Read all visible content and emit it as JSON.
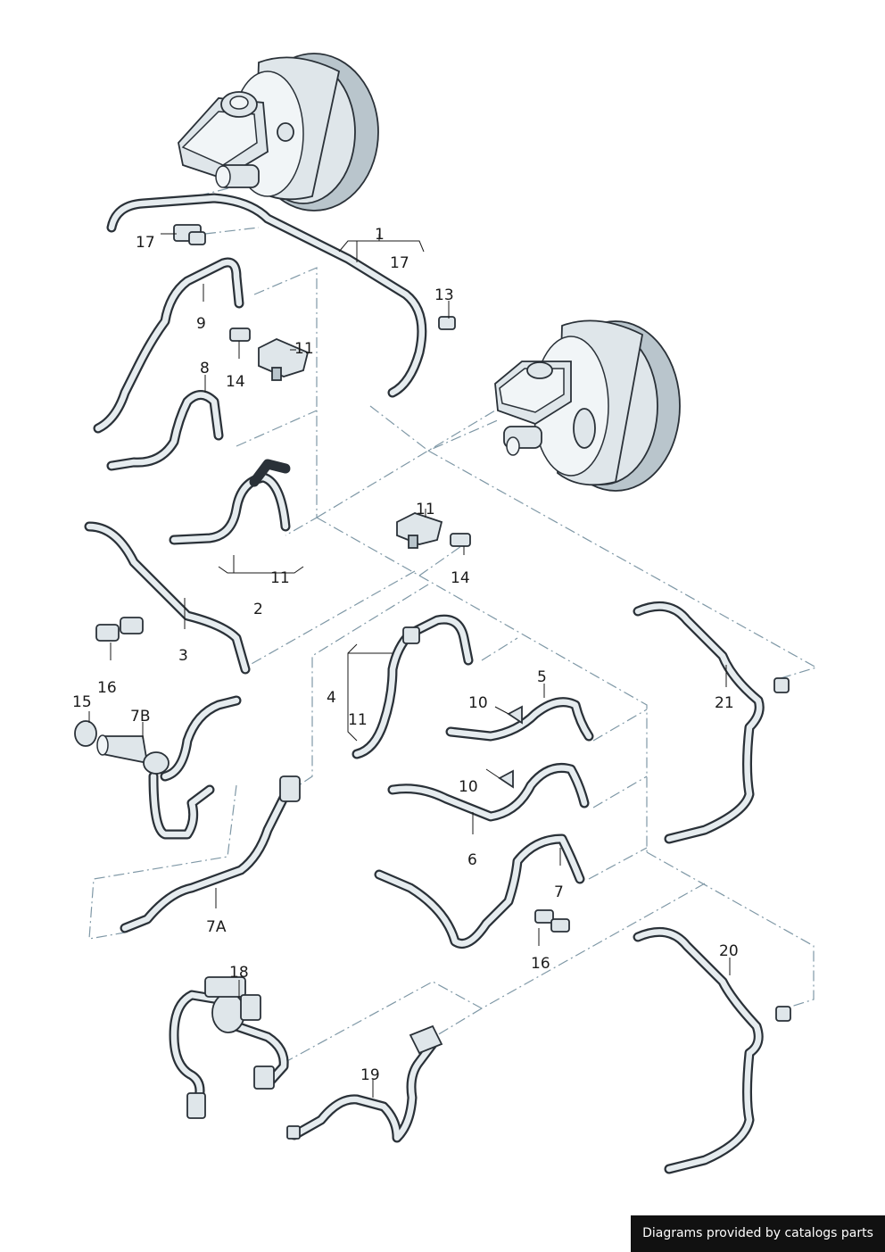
{
  "labels": {
    "l1": "1",
    "l17a": "17",
    "l17b": "17",
    "l13": "13",
    "l9": "9",
    "l11a": "11",
    "l8": "8",
    "l14a": "14",
    "l11b": "11",
    "l14b": "14",
    "l11c": "11",
    "l2": "2",
    "l3": "3",
    "l16a": "16",
    "l15": "15",
    "l7B": "7B",
    "l4": "4",
    "l11d": "11",
    "l10a": "10",
    "l5": "5",
    "l21": "21",
    "l10b": "10",
    "l6": "6",
    "l7": "7",
    "l7A": "7A",
    "l16b": "16",
    "l20": "20",
    "l18": "18",
    "l19": "19"
  },
  "credit": "Diagrams provided by catalogs parts",
  "colors": {
    "line": "#2a3138",
    "part": "#dfe6ea",
    "dash": "#7f98a6",
    "credit_bg": "#111111"
  }
}
